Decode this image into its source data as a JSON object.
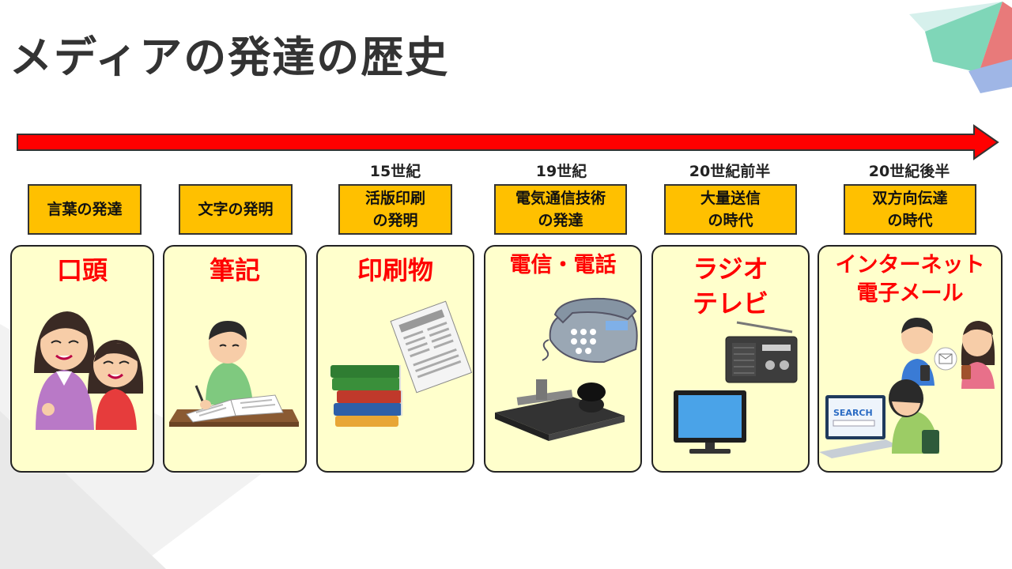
{
  "title": "メディアの発達の歴史",
  "stages": [
    {
      "era": "",
      "label": [
        "言葉の発達"
      ],
      "media": [
        "口頭"
      ]
    },
    {
      "era": "",
      "label": [
        "文字の発明"
      ],
      "media": [
        "筆記"
      ]
    },
    {
      "era": "15世紀",
      "label": [
        "活版印刷",
        "の発明"
      ],
      "media": [
        "印刷物"
      ]
    },
    {
      "era": "19世紀",
      "label": [
        "電気通信技術",
        "の発達"
      ],
      "media": [
        "電信・電話"
      ]
    },
    {
      "era": "20世紀前半",
      "label": [
        "大量送信",
        "の時代"
      ],
      "media": [
        "ラジオ",
        "テレビ"
      ]
    },
    {
      "era": "20世紀後半",
      "label": [
        "双方向伝達",
        "の時代"
      ],
      "media": [
        "インターネット",
        "電子メール"
      ]
    }
  ],
  "illustrations": {
    "laptop_screen_text": "SEARCH"
  },
  "colors": {
    "arrow": "#ff0000",
    "label_bg": "#ffc000",
    "card_bg": "#ffffcc",
    "media_text": "#ff0000",
    "title_text": "#333333"
  }
}
